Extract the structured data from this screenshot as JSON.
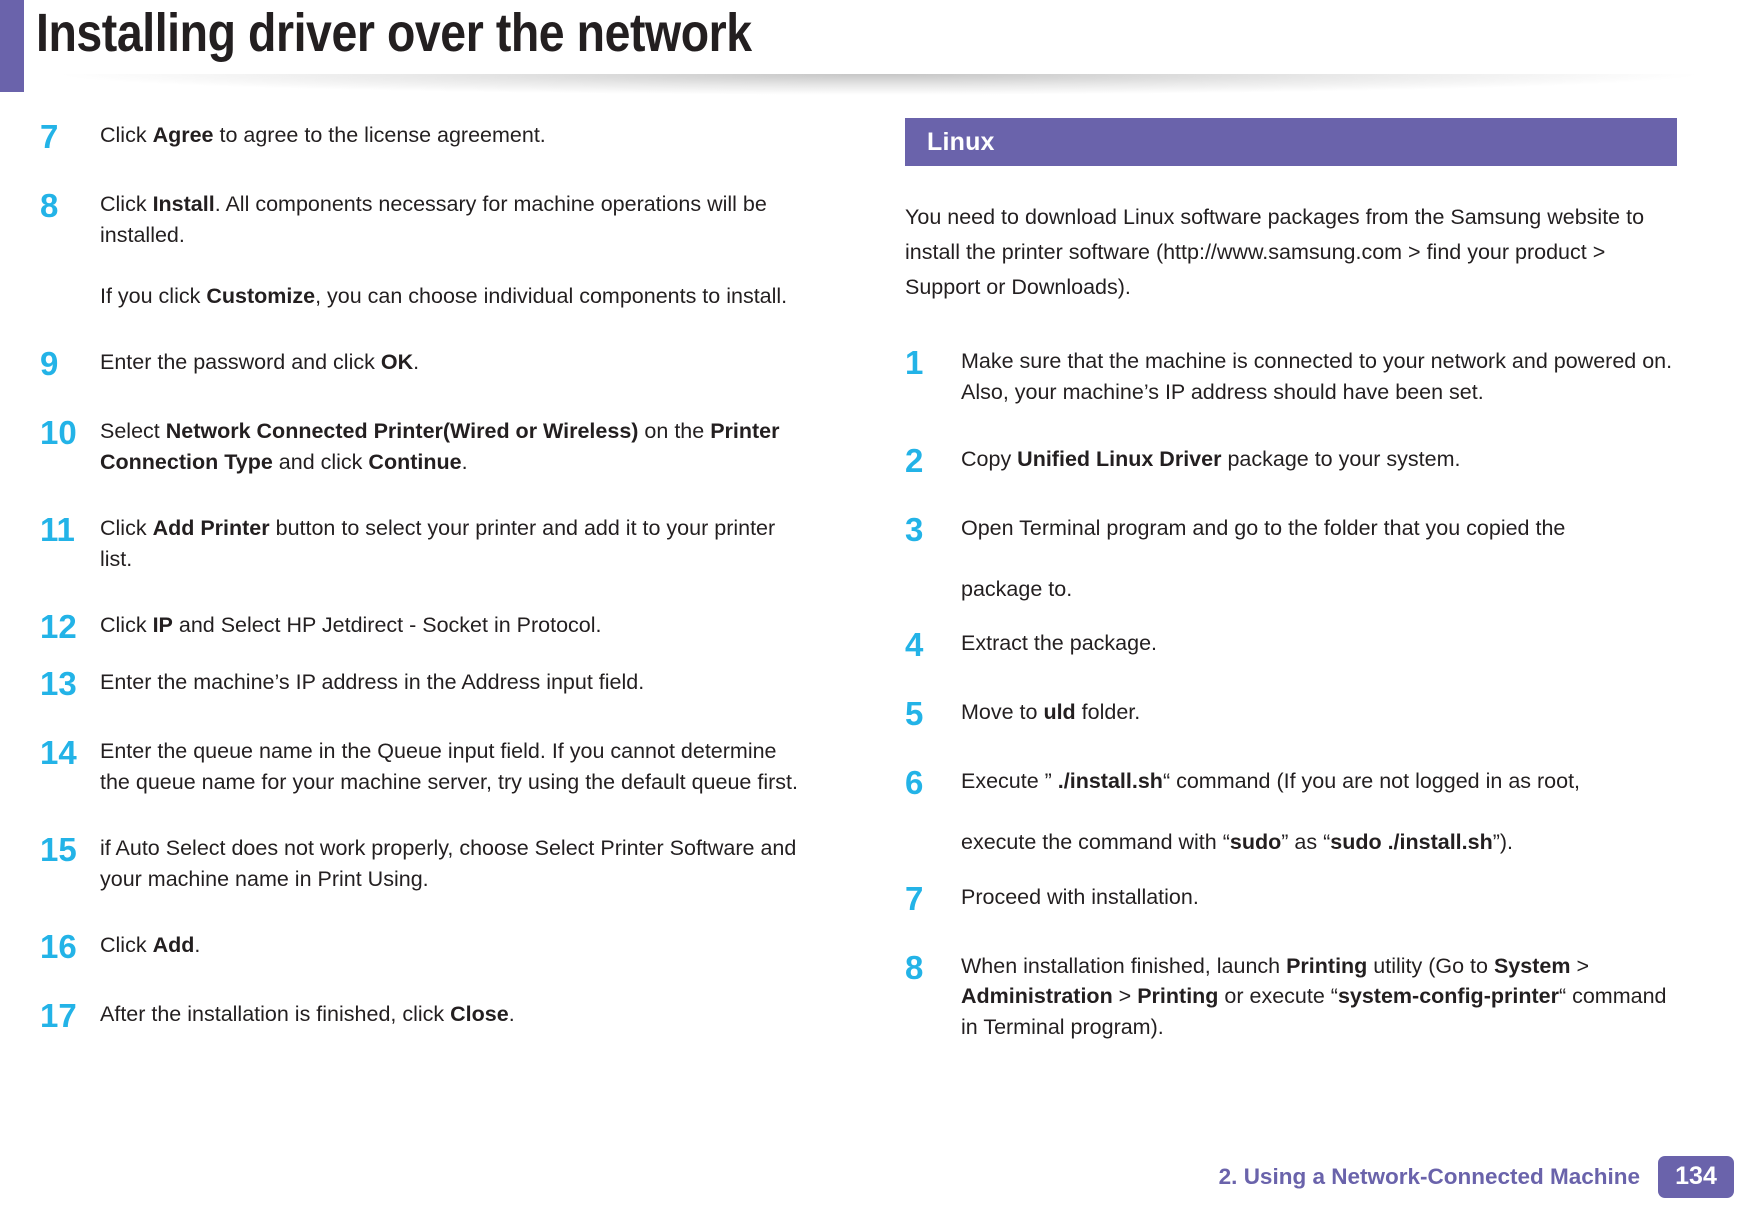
{
  "page": {
    "title": "Installing driver over the network",
    "accent_purple": "#6a63ab",
    "accent_cyan": "#23b3e7"
  },
  "left_column": {
    "steps": [
      {
        "num": "7",
        "html": "Click <b>Agree</b> to agree to the license agreement."
      },
      {
        "num": "8",
        "html": "Click <b>Install</b>. All components necessary for machine operations will be installed.<br><br>If you click <b>Customize</b>, you can choose individual components to install."
      },
      {
        "num": "9",
        "html": "Enter the password and click <b>OK</b>."
      },
      {
        "num": "10",
        "html": "Select <b>Network Connected Printer(Wired or Wireless)</b> on the <b>Printer Connection Type</b> and click <b>Continue</b>."
      },
      {
        "num": "11",
        "html": " Click <b>Add Printer</b> button to select your printer and add it to your printer list."
      },
      {
        "num": "12",
        "html": "Click <b>IP</b> and Select HP Jetdirect - Socket in Protocol."
      },
      {
        "num": "13",
        "html": "Enter the machine’s IP address in the Address input field."
      },
      {
        "num": "14",
        "html": "Enter the queue name in the Queue input field. If you cannot determine the queue name for your machine server, try using the default queue first."
      },
      {
        "num": "15",
        "html": "if Auto Select does not work properly, choose Select Printer Software and your machine name in Print Using."
      },
      {
        "num": "16",
        "html": "Click <b>Add</b>."
      },
      {
        "num": "17",
        "html": "After the installation is finished, click <b>Close</b>."
      }
    ]
  },
  "right_column": {
    "section_heading": "Linux",
    "intro": "You need to download Linux software packages from the Samsung website to install the printer software (http://www.samsung.com  > find your product > Support or Downloads).",
    "steps": [
      {
        "num": "1",
        "html": "Make sure that the machine is connected to your network and powered on. Also, your machine’s IP address should have been set."
      },
      {
        "num": "2",
        "html": "Copy <b>Unified Linux Driver</b> package to your system."
      },
      {
        "num": "3",
        "html": "Open Terminal program and go to the folder that you copied the<br><br>package to."
      },
      {
        "num": "4",
        "html": "Extract the package."
      },
      {
        "num": "5",
        "html": "Move to <b>uld</b> folder."
      },
      {
        "num": "6",
        "html": "Execute ” <b>./install.sh</b>“ command (If you are not logged in as root,<br><br>execute the command with “<b>sudo</b>” as “<b>sudo ./install.sh</b>”)."
      },
      {
        "num": "7",
        "html": "Proceed with installation."
      },
      {
        "num": "8",
        "html": "When installation finished, launch <b>Printing</b> utility (Go to <b>System</b> > <b>Administration</b> > <b>Printing</b> or execute “<b>system-config-printer</b>“ command in Terminal program)."
      }
    ]
  },
  "footer": {
    "chapter": "2.  Using a Network-Connected Machine",
    "page_number": "134"
  }
}
